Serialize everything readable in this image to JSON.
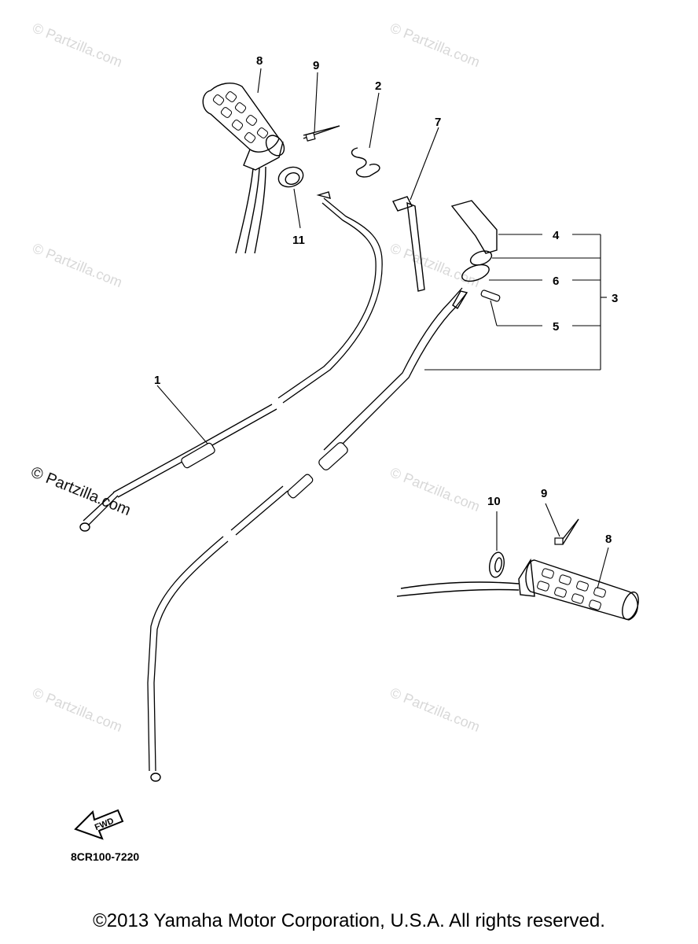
{
  "callouts": {
    "c1": "1",
    "c2": "2",
    "c3": "3",
    "c4": "4",
    "c5": "5",
    "c6": "6",
    "c7": "7",
    "c8a": "8",
    "c8b": "8",
    "c9a": "9",
    "c9b": "9",
    "c10": "10",
    "c11": "11"
  },
  "watermark": "© Partzilla.com",
  "fwd_label": "FWD",
  "diagram_code": "8CR100-7220",
  "copyright": "©2013 Yamaha Motor Corporation, U.S.A. All rights reserved."
}
